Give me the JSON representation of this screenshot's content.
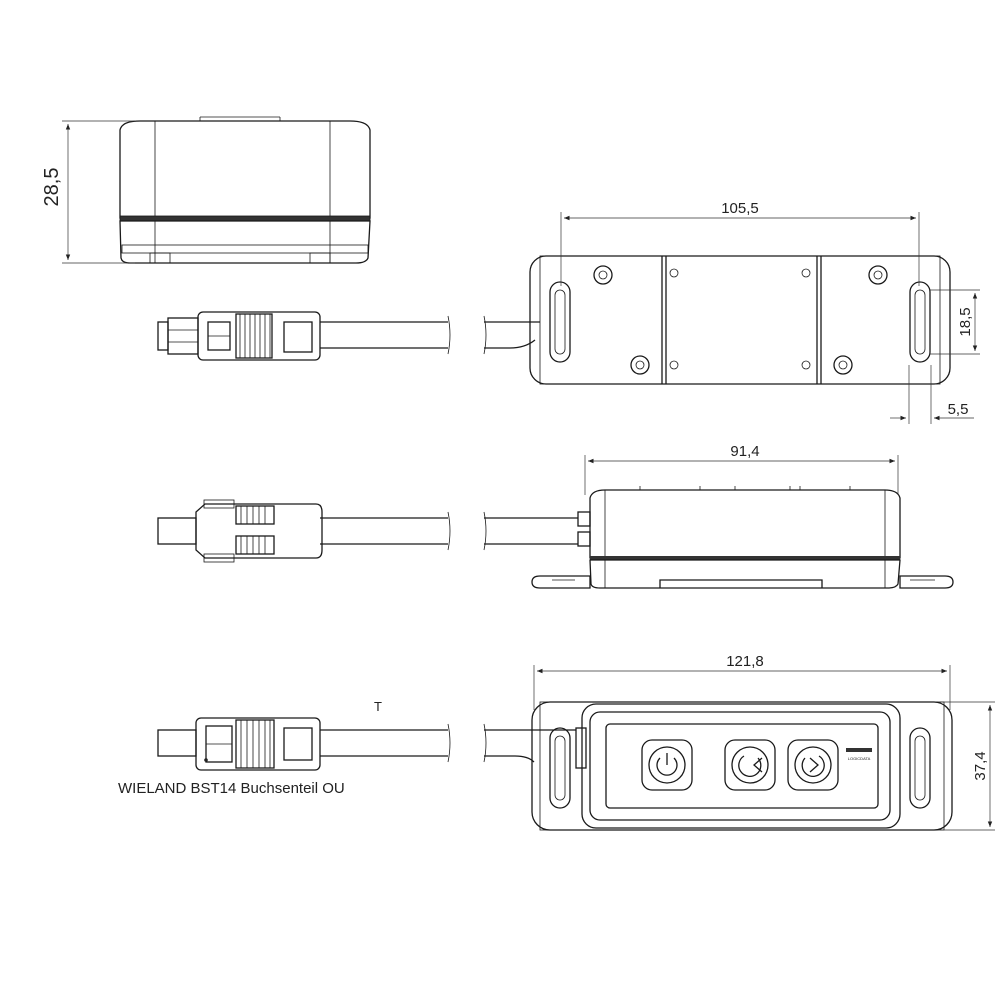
{
  "dimensions": {
    "height_side": "28,5",
    "width_top": "105,5",
    "slot_height": "18,5",
    "slot_offset": "5,5",
    "width_front": "91,4",
    "width_bottom": "121,8",
    "height_bottom": "37,4"
  },
  "labels": {
    "connector_caption": "WIELAND BST14 Buchsenteil OU",
    "marker_t": "T",
    "brand_mark": "LOGICDATA"
  },
  "icons": [
    "power-icon",
    "rotate-left-icon",
    "rotate-right-icon"
  ]
}
